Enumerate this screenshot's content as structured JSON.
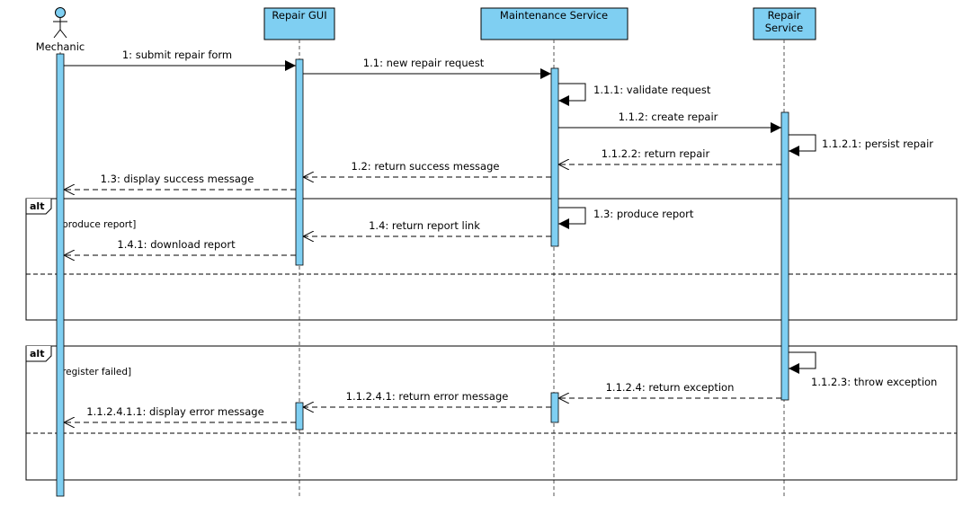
{
  "colors": {
    "participant_fill": "#7fcff2",
    "activation_fill": "#7fcff2",
    "line": "#000000"
  },
  "actor": {
    "label": "Mechanic",
    "icon": "stick-figure-icon"
  },
  "participants": {
    "repair_gui": {
      "label": "Repair GUI"
    },
    "maintenance_service": {
      "label": "Maintenance Service"
    },
    "repair_service": {
      "line1": "Repair",
      "line2": "Service"
    }
  },
  "messages": {
    "m1": "1: submit repair form",
    "m1_1": "1.1: new repair request",
    "m1_1_1": "1.1.1: validate request",
    "m1_1_2": "1.1.2: create repair",
    "m1_1_2_1": "1.1.2.1: persist repair",
    "m1_1_2_2": "1.1.2.2: return repair",
    "m1_2": "1.2: return success message",
    "m1_3": "1.3: display success message",
    "m1_3b": "1.3: produce report",
    "m1_4": "1.4: return report link",
    "m1_4_1": "1.4.1: download report",
    "m1_1_2_3": "1.1.2.3: throw exception",
    "m1_1_2_4": "1.1.2.4: return exception",
    "m1_1_2_4_1": "1.1.2.4.1: return error message",
    "m1_1_2_4_1_1": "1.1.2.4.1.1: display error message"
  },
  "fragments": {
    "alt1": {
      "operator": "alt",
      "guard": "[produce report]"
    },
    "alt2": {
      "operator": "alt",
      "guard": "[register failed]"
    }
  }
}
